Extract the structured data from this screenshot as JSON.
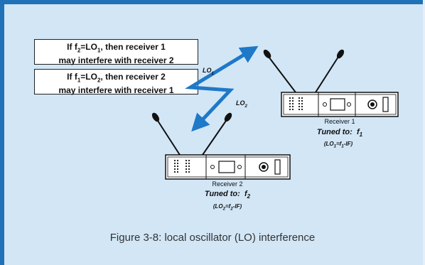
{
  "callouts": [
    {
      "line1_pre": "If f",
      "line1_sub1": "2",
      "line1_mid": "=LO",
      "line1_sub2": "1",
      "line1_post": ", then receiver 1",
      "line2": "may interfere with receiver 2"
    },
    {
      "line1_pre": "If f",
      "line1_sub1": "1",
      "line1_mid": "=LO",
      "line1_sub2": "2",
      "line1_post": ", then receiver 2",
      "line2": "may interfere with receiver 1"
    }
  ],
  "signal_labels": [
    {
      "base": "LO",
      "sub": "1"
    },
    {
      "base": "LO",
      "sub": "2"
    }
  ],
  "receiver1": {
    "name": "Receiver 1",
    "tuned_prefix": "Tuned to:",
    "tuned_base": "f",
    "tuned_sub": "1",
    "formula_open": "(LO",
    "formula_sub1": "1",
    "formula_mid": "=f",
    "formula_sub2": "1",
    "formula_close": "-IF)"
  },
  "receiver2": {
    "name": "Receiver 2",
    "tuned_prefix": "Tuned to:",
    "tuned_base": "f",
    "tuned_sub": "2",
    "formula_open": "(LO",
    "formula_sub1": "2",
    "formula_mid": "=f",
    "formula_sub2": "2",
    "formula_close": "-IF)"
  },
  "caption": "Figure 3-8: local oscillator (LO) interference",
  "colors": {
    "background": "#d2e6f6",
    "border": "#1f72b6",
    "signal": "#1f78c8"
  }
}
